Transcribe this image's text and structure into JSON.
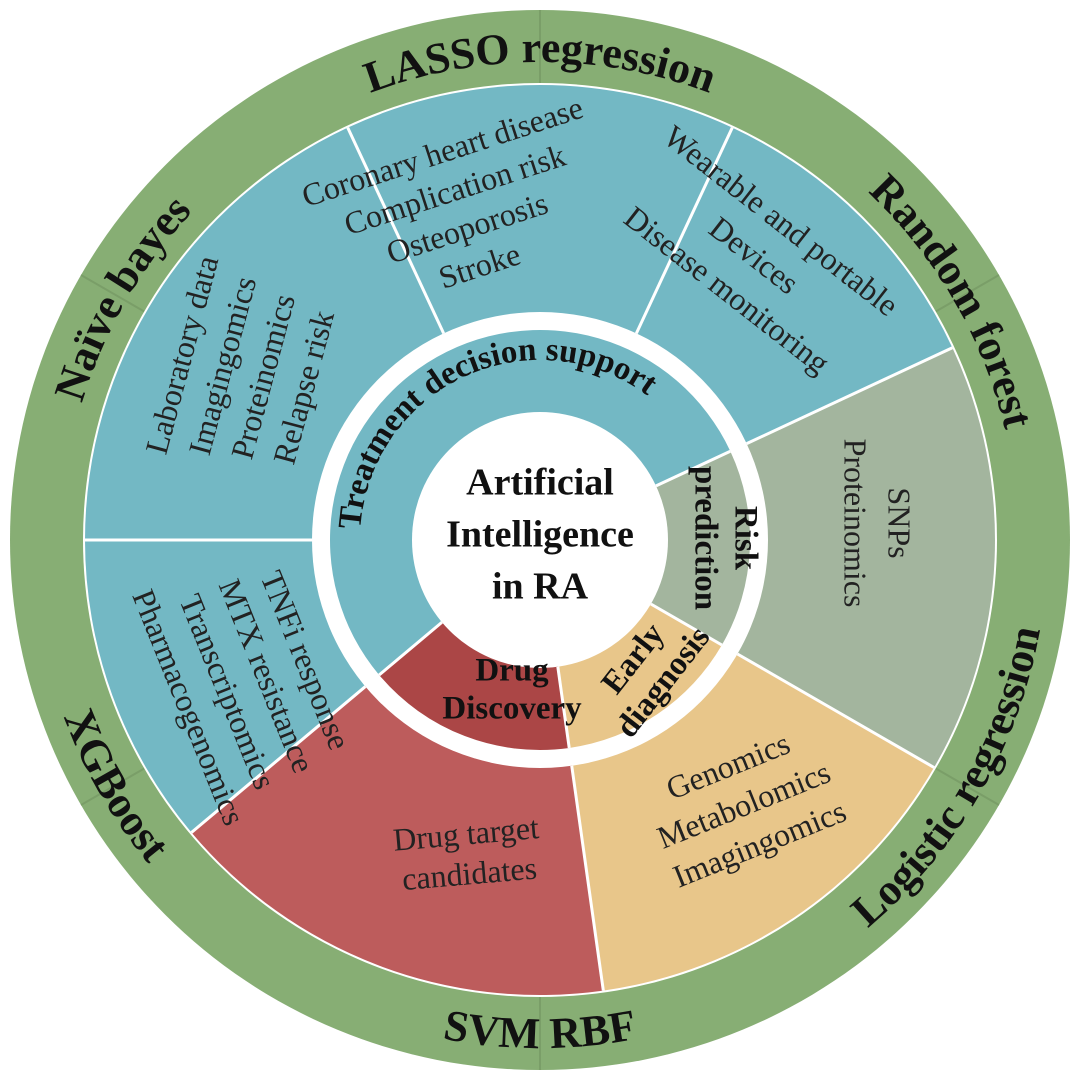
{
  "center": {
    "lines": [
      "Artificial",
      "Intelligence",
      "in RA"
    ]
  },
  "methods": [
    "LASSO regression",
    "Random forest",
    "Logistic regression",
    "SVM RBF",
    "XGBoost",
    "Naïve bayes"
  ],
  "categories": {
    "treatment": "Treatment decision support",
    "risk": [
      "Risk",
      "prediction"
    ],
    "early": [
      "Early",
      "diagnosis"
    ],
    "drug": [
      "Drug",
      "Discovery"
    ]
  },
  "segments": {
    "monitoring": [
      "Wearable and portable",
      "Devices",
      "Disease monitoring"
    ],
    "comorbidity": [
      "Coronary heart disease",
      "Complication risk",
      "Osteoporosis",
      "Stroke"
    ],
    "relapse": [
      "Laboratory data",
      "Imagingomics",
      "Proteinomics",
      "Relapse risk"
    ],
    "response": [
      "TNFi response",
      "MTX resistance",
      "Transcriptomics",
      "Pharmacogenomics"
    ],
    "drug": [
      "Drug target",
      "candidates"
    ],
    "early": [
      "Genomics",
      "Metabolomics",
      "Imagingomics"
    ],
    "risk": [
      "SNPs",
      "Proteinomics"
    ]
  },
  "colors": {
    "outer_ring": "#87ae74",
    "teal": "#73b8c4",
    "gray_green": "#a3b59e",
    "beige": "#e8c68a",
    "red": "#bd5c5c",
    "red_dark": "#ab4646",
    "white": "#ffffff"
  }
}
